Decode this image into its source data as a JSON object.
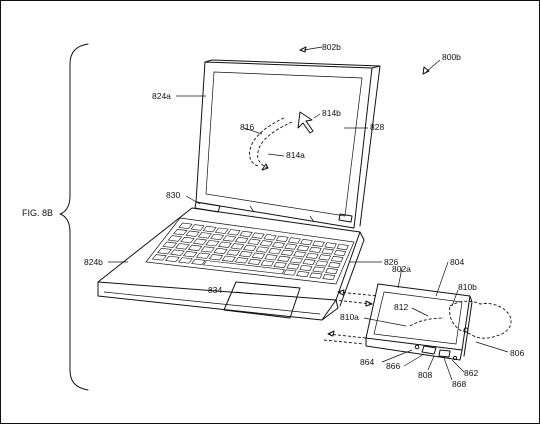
{
  "figure": {
    "fig_label": "FIG. 8B",
    "refs": {
      "r802b": "802b",
      "r800b": "800b",
      "r824a": "824a",
      "r814b": "814b",
      "r816": "816",
      "r828": "828",
      "r814a": "814a",
      "r830": "830",
      "r824b": "824b",
      "r826": "826",
      "r802a": "802a",
      "r804": "804",
      "r834": "834",
      "r810b": "810b",
      "r812": "812",
      "r810a": "810a",
      "r806": "806",
      "r864": "864",
      "r866": "866",
      "r808": "808",
      "r862": "862",
      "r868": "868"
    }
  }
}
